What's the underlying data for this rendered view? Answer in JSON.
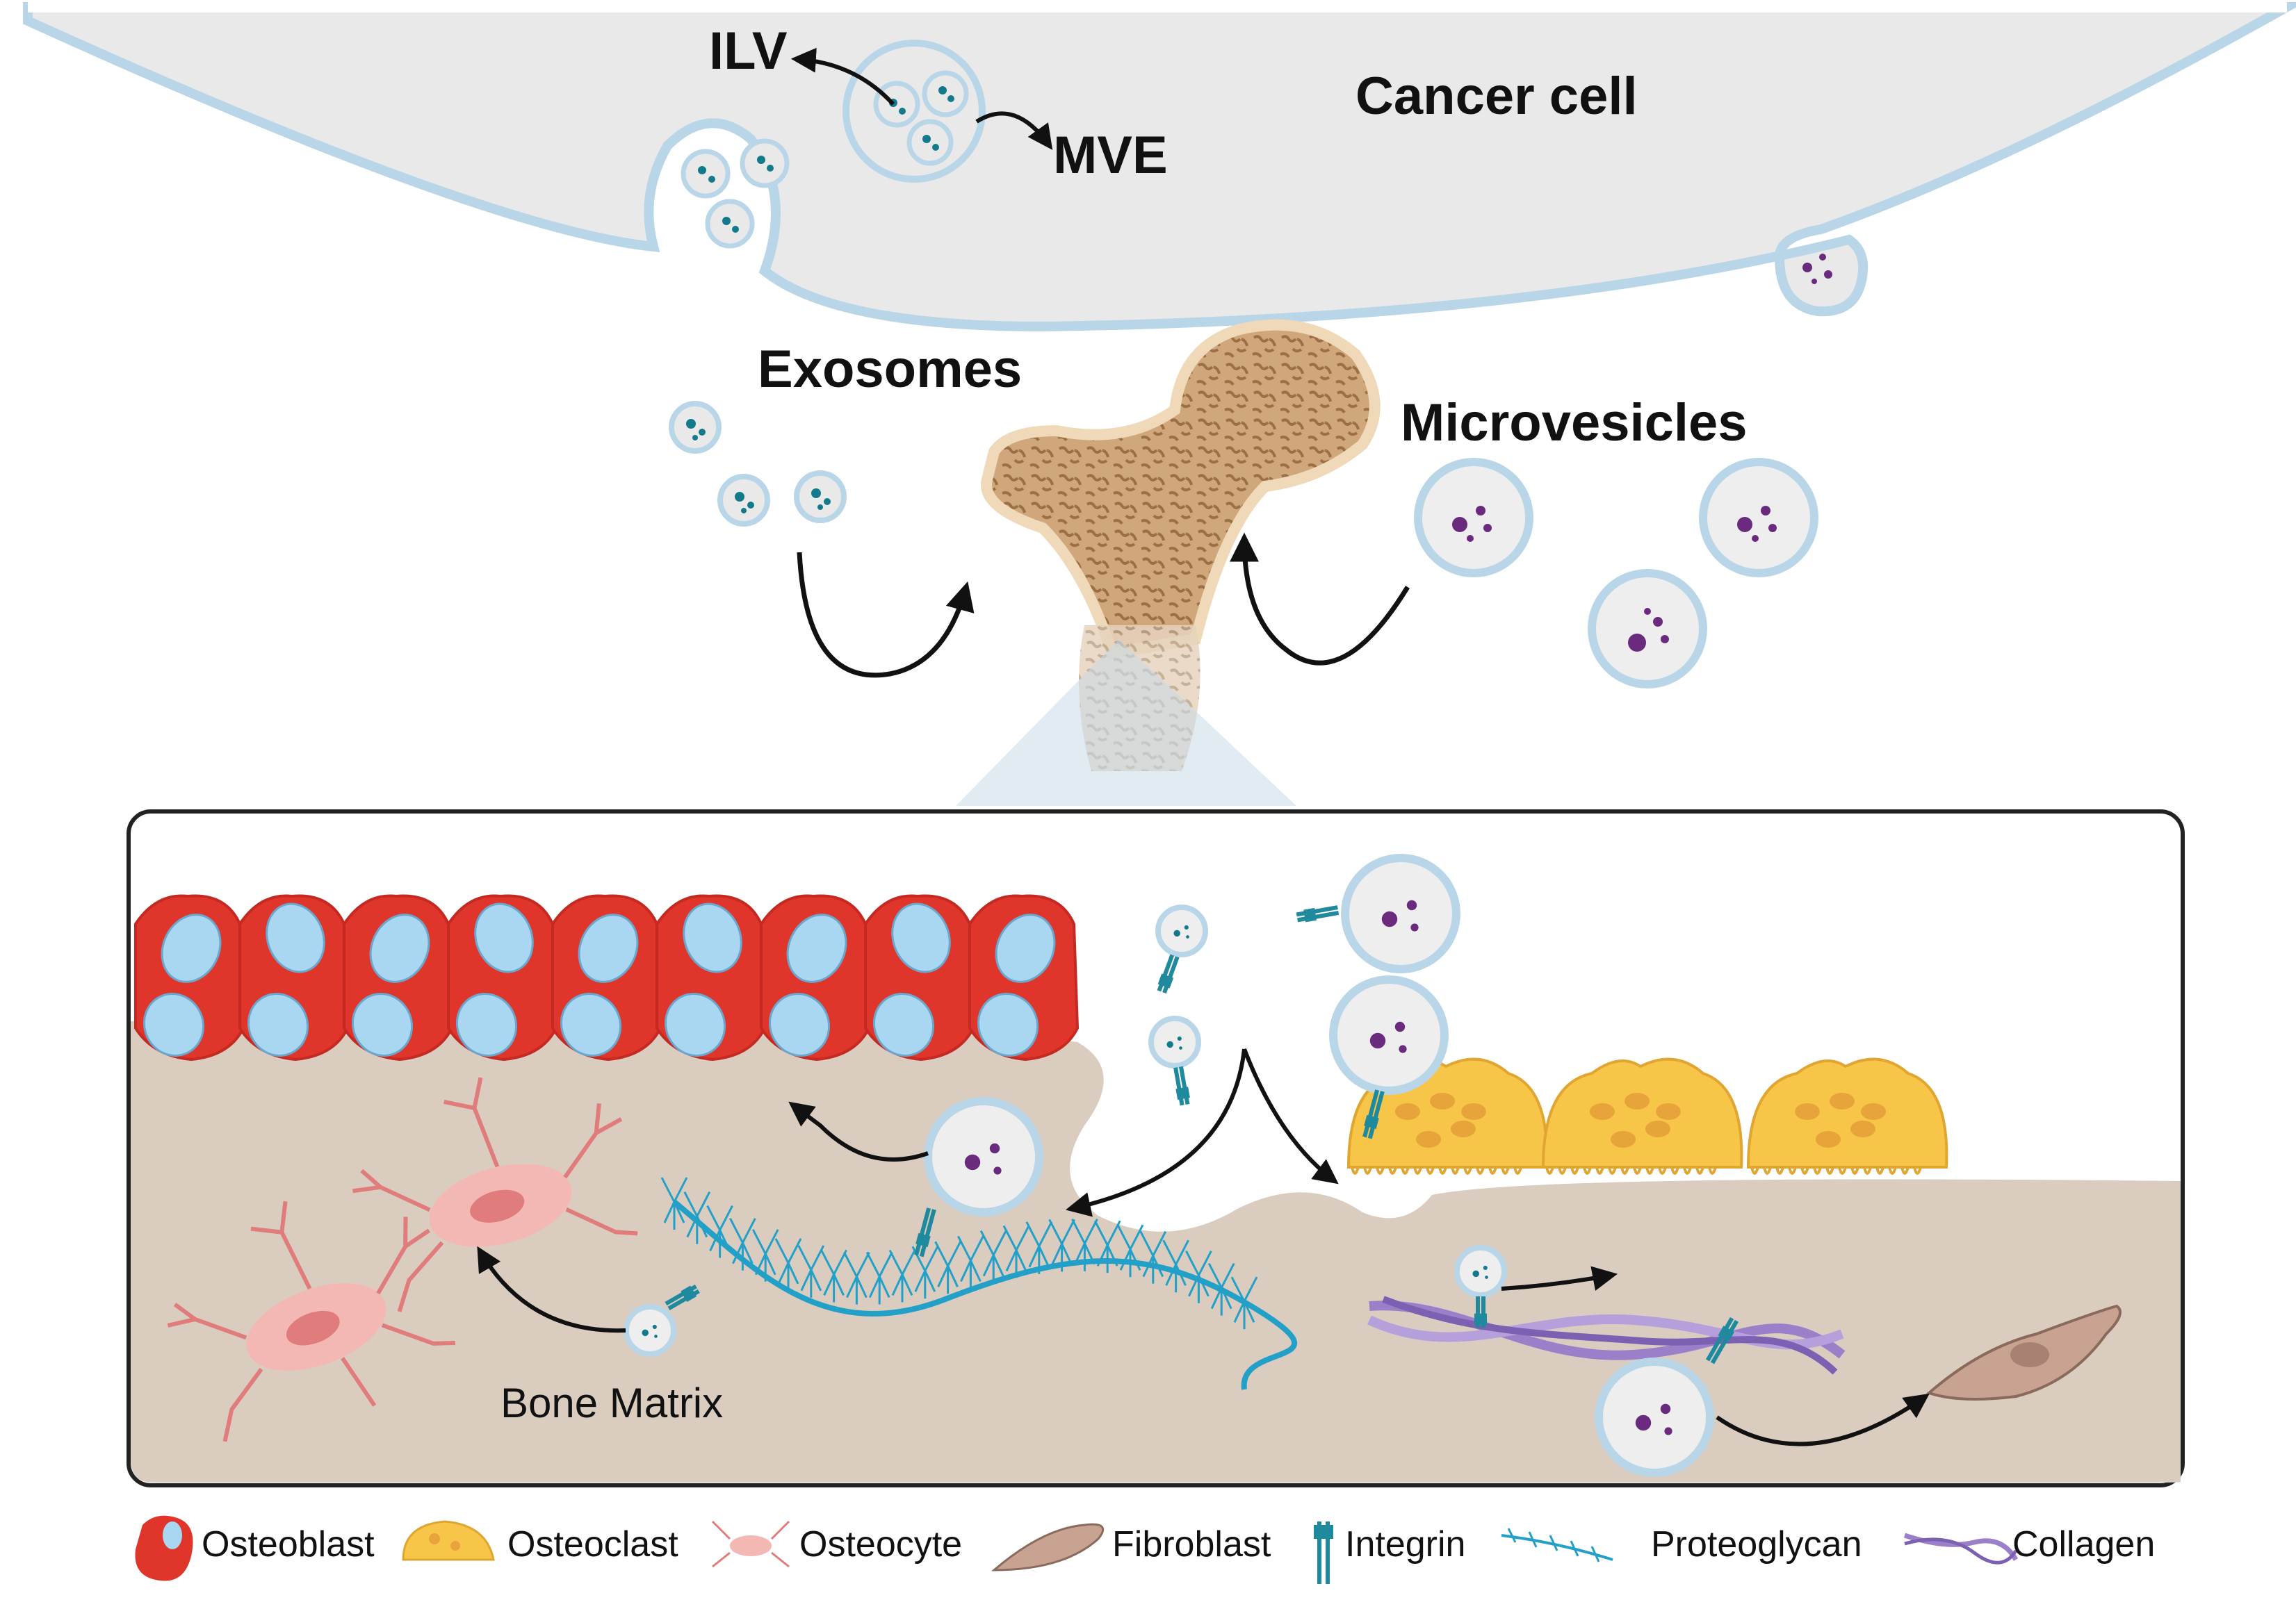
{
  "diagram": {
    "cancer_cell": "Cancer cell",
    "ilv": "ILV",
    "mve": "MVE",
    "exosomes": "Exosomes",
    "microvesicles": "Microvesicles",
    "bone_matrix": "Bone Matrix"
  },
  "legend": {
    "items": [
      {
        "key": "osteoblast",
        "label": "Osteoblast"
      },
      {
        "key": "osteoclast",
        "label": "Osteoclast"
      },
      {
        "key": "osteocyte",
        "label": "Osteocyte"
      },
      {
        "key": "fibroblast",
        "label": "Fibroblast"
      },
      {
        "key": "integrin",
        "label": "Integrin"
      },
      {
        "key": "proteoglycan",
        "label": "Proteoglycan"
      },
      {
        "key": "collagen",
        "label": "Collagen"
      }
    ]
  },
  "colors": {
    "cell_fill": "#e8e8e8",
    "membrane": "#b9d6e8",
    "exosome_cargo": "#137a8c",
    "microvesicle_cargo": "#6a2a7e",
    "bone": "#d9b58c",
    "bone_spots": "#a57a52",
    "matrix": "#d9cbbf",
    "osteoblast": "#e0352b",
    "osteoblast_nucleus": "#a9d6f0",
    "osteoclast": "#f7c548",
    "osteocyte": "#f4b6b6",
    "fibroblast": "#c9a391",
    "integrin": "#1f8a9e",
    "proteoglycan": "#22a0c8",
    "collagen": "#9b7fc9"
  }
}
